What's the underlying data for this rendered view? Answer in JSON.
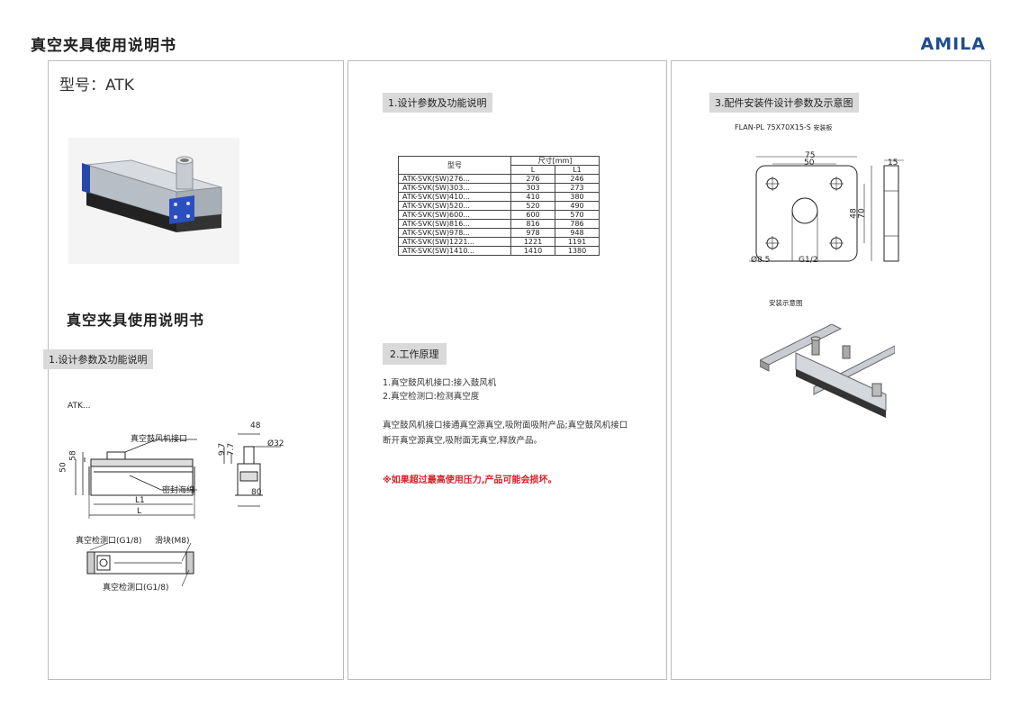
{
  "header": {
    "title": "真空夹具使用说明书",
    "brand": "AMILA"
  },
  "panel1": {
    "model_label": "型号：ATK",
    "big_title": "真空夹具使用说明书",
    "section_tag": "1.设计参数及功能说明",
    "drawing_caption": "ATK...",
    "drawing_labels": {
      "blower_port": "真空鼓风机接口",
      "seal": "密封海绵",
      "l1": "L1",
      "l": "L",
      "dim_50": "50",
      "dim_58": "58",
      "dim_48": "48",
      "dim_9_7": "9.7",
      "dim_7_7": "7.7",
      "dim_phi32": "Ø32",
      "dim_80": "80",
      "detect_port_top": "真空检测口(G1/8)",
      "slider": "滑块(M8)",
      "detect_port_bottom": "真空检测口(G1/8)"
    }
  },
  "panel2": {
    "section1": "1.设计参数及功能说明",
    "table": {
      "col_model": "型号",
      "col_size": "尺寸[mm]",
      "col_l": "L",
      "col_l1": "L1",
      "rows": [
        {
          "model": "ATK-SVK(SW)276...",
          "l": "276",
          "l1": "246"
        },
        {
          "model": "ATK-SVK(SW)303...",
          "l": "303",
          "l1": "273"
        },
        {
          "model": "ATK-SVK(SW)410...",
          "l": "410",
          "l1": "380"
        },
        {
          "model": "ATK-SVK(SW)520...",
          "l": "520",
          "l1": "490"
        },
        {
          "model": "ATK-SVK(SW)600...",
          "l": "600",
          "l1": "570"
        },
        {
          "model": "ATK-SVK(SW)816...",
          "l": "816",
          "l1": "786"
        },
        {
          "model": "ATK-SVK(SW)978...",
          "l": "978",
          "l1": "948"
        },
        {
          "model": "ATK-SVK(SW)1221...",
          "l": "1221",
          "l1": "1191"
        },
        {
          "model": "ATK-SVK(SW)1410...",
          "l": "1410",
          "l1": "1380"
        }
      ]
    },
    "section2": "2.工作原理",
    "lines": [
      "1.真空鼓风机接口:接入鼓风机",
      "2.真空检测口:检测真空度"
    ],
    "para1": "真空鼓风机接口接通真空源真空,吸附面吸附产品;真空鼓风机接口",
    "para2": "断开真空源真空,吸附面无真空,释放产品。",
    "warning": "※如果超过最高使用压力,产品可能会损坏。"
  },
  "panel3": {
    "section": "3.配件安装件设计参数及示意图",
    "part_name": "FLAN-PL 75X70X15-S",
    "part_suffix": "安装板",
    "dims": {
      "d75": "75",
      "d50": "50",
      "d15": "15",
      "d48": "48",
      "d70": "70",
      "d8_5": "Ø8.5",
      "g12": "G1/2"
    },
    "install_caption": "安装示意图"
  }
}
